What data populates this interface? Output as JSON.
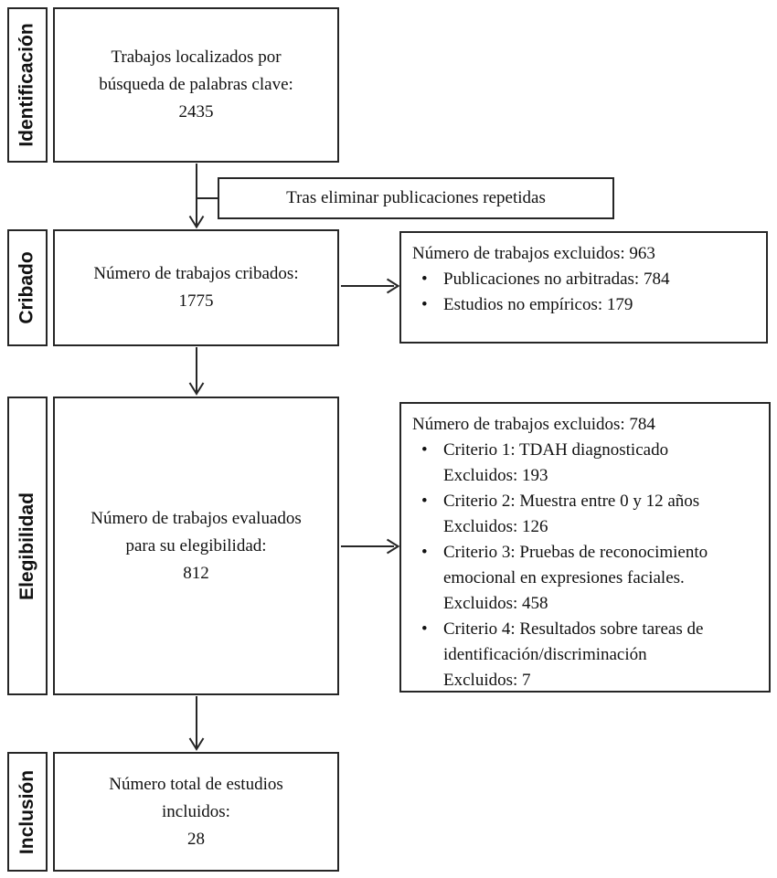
{
  "bullet_char": "•",
  "colors": {
    "border": "#262626",
    "text": "#111111",
    "background": "#ffffff"
  },
  "stages": [
    {
      "label": "Identificación"
    },
    {
      "label": "Cribado"
    },
    {
      "label": "Elegibilidad"
    },
    {
      "label": "Inclusión"
    }
  ],
  "boxes": {
    "identification": {
      "lines": [
        "Trabajos localizados por",
        "búsqueda de palabras clave:",
        "2435"
      ]
    },
    "duplicates": {
      "text": "Tras eliminar publicaciones repetidas"
    },
    "screened": {
      "lines": [
        "Número de trabajos cribados:",
        "1775"
      ]
    },
    "screened_excluded": {
      "title": "Número de trabajos excluidos: 963",
      "bullets": [
        "Publicaciones no arbitradas: 784",
        "Estudios no empíricos: 179"
      ]
    },
    "eligibility": {
      "lines": [
        "Número de trabajos evaluados",
        "para su elegibilidad:",
        "812"
      ]
    },
    "eligibility_excluded": {
      "title": "Número de trabajos excluidos: 784",
      "bullets": [
        {
          "text": "Criterio 1: TDAH diagnosticado",
          "excluded": "Excluidos: 193"
        },
        {
          "text": "Criterio 2: Muestra entre 0 y 12 años",
          "excluded": "Excluidos: 126"
        },
        {
          "text": "Criterio 3: Pruebas de reconocimiento emocional en expresiones faciales.",
          "excluded": "Excluidos: 458"
        },
        {
          "text": "Criterio 4: Resultados sobre tareas de identificación/discriminación",
          "excluded": "Excluidos: 7"
        }
      ]
    },
    "included": {
      "lines": [
        "Número total de estudios",
        "incluidos:",
        "28"
      ]
    }
  }
}
